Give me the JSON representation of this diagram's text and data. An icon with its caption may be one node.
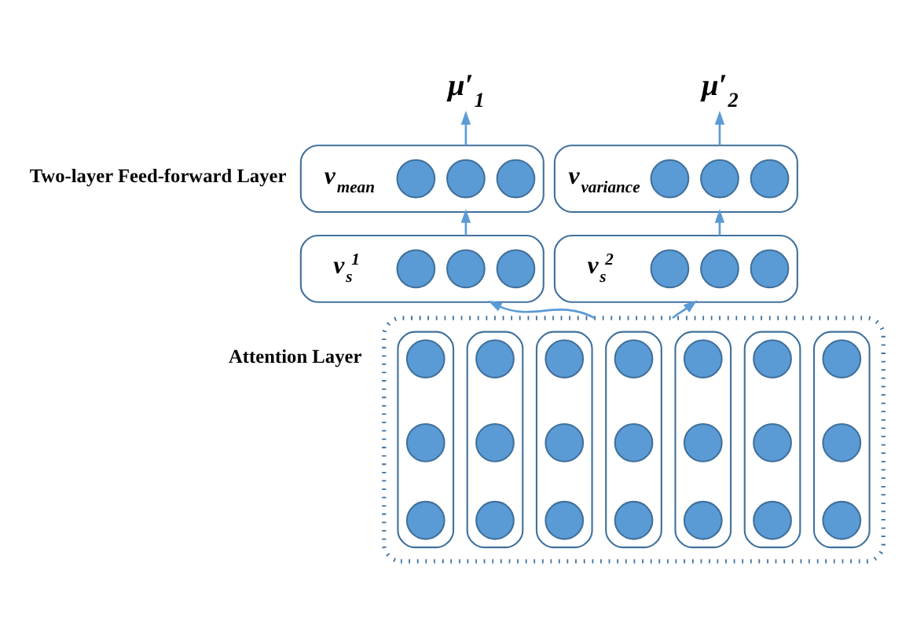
{
  "diagram": {
    "nodes": [
      {
        "text": [
          "μ′$_{1}$"
        ]
      },
      {
        "text": [
          "μ′$_{2}$"
        ]
      },
      {
        "text": [],
        "shape": "box",
        "beside": [
          "v$_{mean}$"
        ]
      },
      {
        "text": [],
        "shape": "circle",
        "in": 2
      },
      {
        "text": [],
        "shape": "circle",
        "in": 2
      },
      {
        "text": [],
        "shape": "circle",
        "in": 2
      },
      {
        "text": [],
        "shape": "box",
        "beside": [
          "v$_{variance}$"
        ]
      },
      {
        "text": [],
        "shape": "circle",
        "in": 6
      },
      {
        "text": [],
        "shape": "circle",
        "in": 6
      },
      {
        "text": [],
        "shape": "circle",
        "in": 6
      },
      {
        "text": [],
        "shape": "box",
        "beside": [
          "v$_{s}$$^{1}$"
        ]
      },
      {
        "text": [],
        "shape": "circle",
        "in": 10
      },
      {
        "text": [],
        "shape": "circle",
        "in": 10
      },
      {
        "text": [],
        "shape": "circle",
        "in": 10
      },
      {
        "text": [],
        "shape": "box",
        "beside": [
          "v$_{s}$$^{2}$"
        ]
      },
      {
        "text": [],
        "shape": "circle",
        "in": 14
      },
      {
        "text": [],
        "shape": "circle",
        "in": 14
      },
      {
        "text": [],
        "shape": "circle",
        "in": 14
      },
      {
        "text": [],
        "shape": "box"
      },
      {
        "text": [],
        "shape": "box",
        "in": 18
      },
      {
        "text": [],
        "shape": "circle",
        "in": 19
      },
      {
        "text": [],
        "shape": "circle",
        "in": 19
      },
      {
        "text": [],
        "shape": "circle",
        "in": 19
      },
      {
        "text": [],
        "shape": "box",
        "in": 18
      },
      {
        "text": [],
        "shape": "circle",
        "in": 23
      },
      {
        "text": [],
        "shape": "circle",
        "in": 23
      },
      {
        "text": [],
        "shape": "circle",
        "in": 23
      },
      {
        "text": [],
        "shape": "box",
        "in": 18
      },
      {
        "text": [],
        "shape": "circle",
        "in": 27
      },
      {
        "text": [],
        "shape": "circle",
        "in": 27
      },
      {
        "text": [],
        "shape": "circle",
        "in": 27
      },
      {
        "text": [],
        "shape": "box",
        "in": 18
      },
      {
        "text": [],
        "shape": "circle",
        "in": 31
      },
      {
        "text": [],
        "shape": "circle",
        "in": 31
      },
      {
        "text": [],
        "shape": "circle",
        "in": 31
      },
      {
        "text": [],
        "shape": "box",
        "in": 18
      },
      {
        "text": [],
        "shape": "circle",
        "in": 35
      },
      {
        "text": [],
        "shape": "circle",
        "in": 35
      },
      {
        "text": [],
        "shape": "circle",
        "in": 35
      },
      {
        "text": [],
        "shape": "box",
        "in": 18
      },
      {
        "text": [],
        "shape": "circle",
        "in": 39
      },
      {
        "text": [],
        "shape": "circle",
        "in": 39
      },
      {
        "text": [],
        "shape": "circle",
        "in": 39
      },
      {
        "text": [],
        "shape": "box",
        "in": 18
      },
      {
        "text": [],
        "shape": "circle",
        "in": 43
      },
      {
        "text": [],
        "shape": "circle",
        "in": 43
      },
      {
        "text": [],
        "shape": "circle",
        "in": 43
      }
    ],
    "edges": [
      {
        "from": 2,
        "to": 0,
        "arrow": "to"
      },
      {
        "from": 6,
        "to": 1,
        "arrow": "to"
      },
      {
        "from": 10,
        "to": 2,
        "arrow": "to"
      },
      {
        "from": 14,
        "to": 6,
        "arrow": "to"
      },
      {
        "from": 18,
        "to": 10,
        "arrow": "to"
      },
      {
        "from": 18,
        "to": 14,
        "arrow": "to"
      }
    ],
    "labels": [
      "Two-layer Feed-forward Layer",
      "Attention Layer"
    ]
  }
}
